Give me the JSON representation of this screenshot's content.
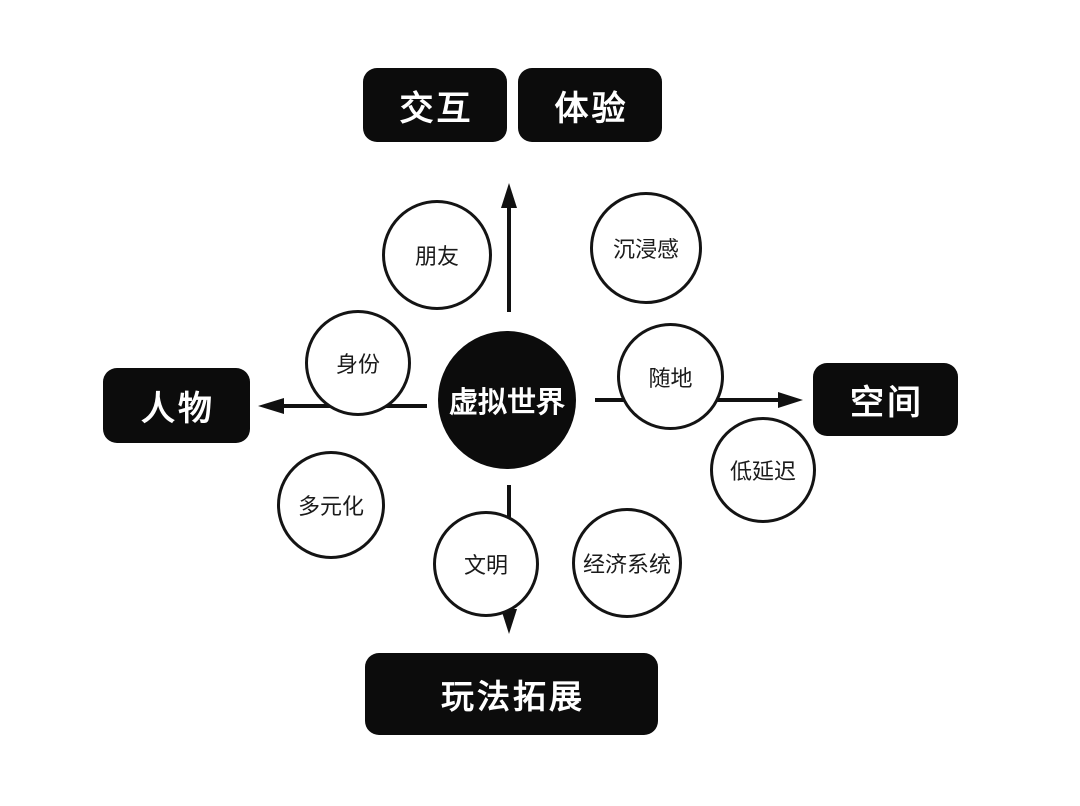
{
  "diagram": {
    "center": {
      "label": "虚拟世界"
    },
    "boxes": [
      {
        "id": "interaction",
        "label": "交互"
      },
      {
        "id": "experience",
        "label": "体验"
      },
      {
        "id": "character",
        "label": "人物"
      },
      {
        "id": "space",
        "label": "空间"
      },
      {
        "id": "gameplay-expansion",
        "label": "玩法拓展"
      }
    ],
    "bubbles": [
      {
        "id": "friends",
        "label": "朋友"
      },
      {
        "id": "immersion",
        "label": "沉浸感"
      },
      {
        "id": "identity",
        "label": "身份"
      },
      {
        "id": "anywhere",
        "label": "随地"
      },
      {
        "id": "low-latency",
        "label": "低延迟"
      },
      {
        "id": "diversification",
        "label": "多元化"
      },
      {
        "id": "civilization",
        "label": "文明"
      },
      {
        "id": "economic-system",
        "label": "经济系统"
      }
    ],
    "colors": {
      "node_fill": "#0c0c0c",
      "node_text": "#ffffff",
      "bubble_fill": "#ffffff",
      "bubble_border": "#141414",
      "arrow": "#111111",
      "background": "#ffffff"
    }
  }
}
